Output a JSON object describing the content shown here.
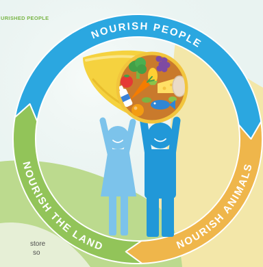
{
  "header_fragment": "URISHED PEOPLE",
  "cycle": {
    "people": {
      "label": "NOURISH PEOPLE",
      "color": "#2ba7e0"
    },
    "animals": {
      "label": "NOURISH ANIMALS",
      "color": "#efb64b"
    },
    "land": {
      "label": "NOURISH THE LAND",
      "color": "#92c459"
    }
  },
  "body_fragment": {
    "line1": "store",
    "line2": "so"
  },
  "colors": {
    "header_text": "#7ab648",
    "woman": "#7cc3eb",
    "man": "#2198d8",
    "horn": "#f5d23f",
    "bowl": "#c97a2c"
  },
  "icons": [
    "cornucopia-icon",
    "woman-icon",
    "man-icon",
    "broccoli-icon",
    "grapes-icon",
    "tomato-icon",
    "carrot-icon",
    "corn-icon",
    "cheese-icon",
    "egg-icon",
    "milk-bottle-icon",
    "fish-icon",
    "orange-icon"
  ]
}
